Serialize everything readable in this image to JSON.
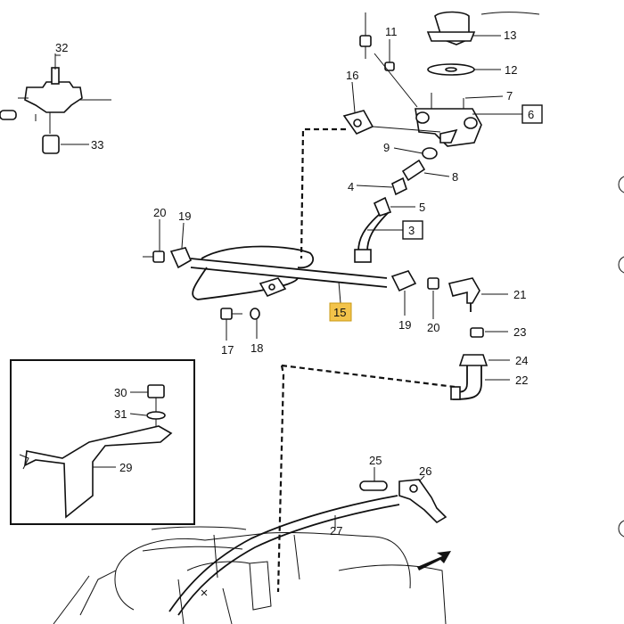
{
  "callouts": {
    "c32": "32",
    "c33": "33",
    "c11": "11",
    "c13": "13",
    "c12": "12",
    "c16": "16",
    "c7": "7",
    "c6": "6",
    "c9": "9",
    "c8": "8",
    "c4": "4",
    "c5": "5",
    "c3": "3",
    "c20a": "20",
    "c19a": "19",
    "c15": "15",
    "c19b": "19",
    "c20b": "20",
    "c21": "21",
    "c17": "17",
    "c18": "18",
    "c23": "23",
    "c24": "24",
    "c22": "22",
    "c30": "30",
    "c31": "31",
    "c29": "29",
    "c25": "25",
    "c26": "26",
    "c27": "27"
  },
  "colors": {
    "highlight": "#f3c34a",
    "ink": "#111111"
  }
}
